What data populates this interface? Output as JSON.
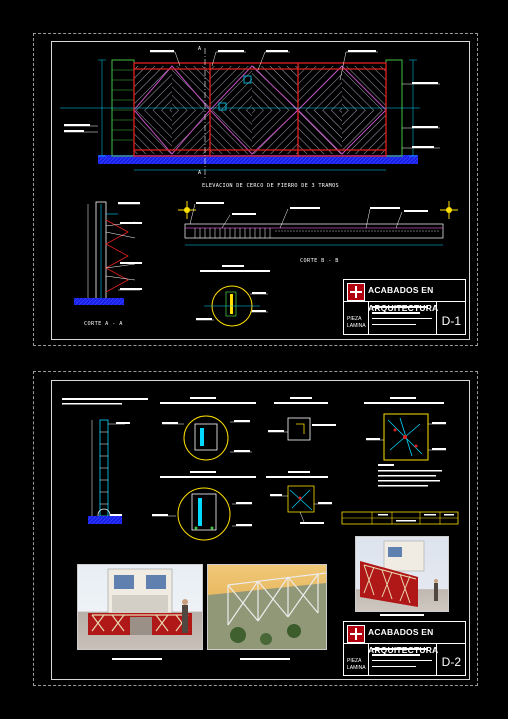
{
  "sheets": [
    {
      "elevation_title": "ELEVACION DE CERCO DE FIERRO DE 3 TRAMOS",
      "section_b_title": "CORTE B - B",
      "section_a_title": "CORTE A - A",
      "marker_a": "A",
      "title_block": {
        "studio_name": "ACABADOS EN ARQUITECTURA",
        "pieza_label": "PIEZA",
        "lamina_label": "LAMINA",
        "sheet_code": "D-1"
      }
    },
    {
      "title_block": {
        "studio_name": "ACABADOS EN ARQUITECTURA",
        "pieza_label": "PIEZA",
        "lamina_label": "LAMINA",
        "sheet_code": "D-2"
      }
    }
  ],
  "colors": {
    "background": "#000000",
    "frame_red": "#e0201e",
    "fence_magenta": "#c050c0",
    "fence_diag": "#c8c8e0",
    "ground_blue": "#1a20e8",
    "post_green": "#40c040",
    "cyan": "#00d8ff",
    "yellow": "#ffe000",
    "logo_red": "#b00010"
  }
}
